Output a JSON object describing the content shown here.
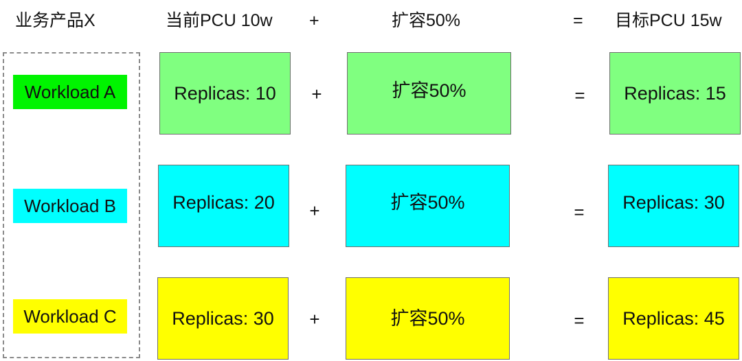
{
  "header": {
    "product": "业务产品X",
    "current": "当前PCU 10w",
    "plus": "+",
    "scale": "扩容50%",
    "equals": "=",
    "target": "目标PCU 15w"
  },
  "workloads": [
    {
      "name": "Workload A",
      "current": "Replicas: 10",
      "plus": "+",
      "scale": "扩容50%",
      "equals": "=",
      "target": "Replicas: 15",
      "label_color": "#00f400",
      "box_color": "#80ff80"
    },
    {
      "name": "Workload B",
      "current": "Replicas: 20",
      "plus": "+",
      "scale": "扩容50%",
      "equals": "=",
      "target": "Replicas: 30",
      "label_color": "#00ffff",
      "box_color": "#00ffff"
    },
    {
      "name": "Workload C",
      "current": "Replicas: 30",
      "plus": "+",
      "scale": "扩容50%",
      "equals": "=",
      "target": "Replicas: 45",
      "label_color": "#ffff00",
      "box_color": "#ffff00"
    }
  ]
}
